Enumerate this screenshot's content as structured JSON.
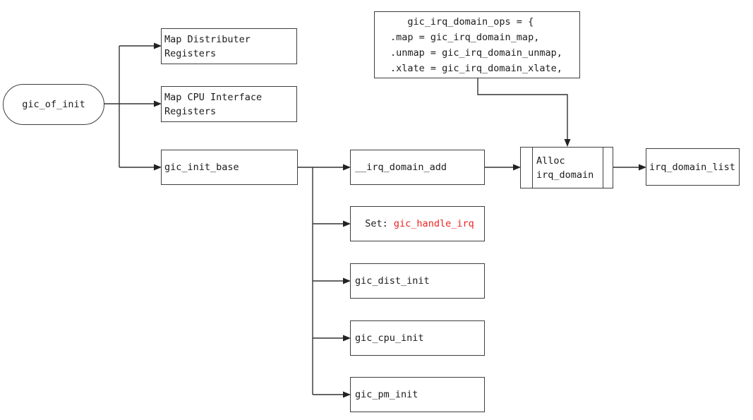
{
  "nodes": {
    "start": {
      "label": "gic_of_init"
    },
    "map_dist": {
      "line1": "Map Distributer",
      "line2": "Registers"
    },
    "map_cpu": {
      "line1": "Map CPU Interface",
      "line2": "Registers"
    },
    "init_base": {
      "label": "gic_init_base"
    },
    "irq_domain_add": {
      "label": "__irq_domain_add"
    },
    "set_handle": {
      "prefix": "Set: ",
      "highlight": "gic_handle_irq"
    },
    "dist_init": {
      "label": "gic_dist_init"
    },
    "cpu_init": {
      "label": "gic_cpu_init"
    },
    "pm_init": {
      "label": "gic_pm_init"
    },
    "ops": {
      "lines": [
        "   gic_irq_domain_ops = {",
        ".map = gic_irq_domain_map,",
        ".unmap = gic_irq_domain_unmap,",
        ".xlate = gic_irq_domain_xlate,"
      ]
    },
    "alloc": {
      "line1": "Alloc",
      "line2": "irq_domain"
    },
    "irq_domain_list": {
      "label": "irq_domain_list"
    }
  },
  "colors": {
    "highlight_text": "#ee2222",
    "line": "#333333",
    "border": "#3f3f3f",
    "text": "#1c1c1c",
    "background": "#ffffff"
  }
}
